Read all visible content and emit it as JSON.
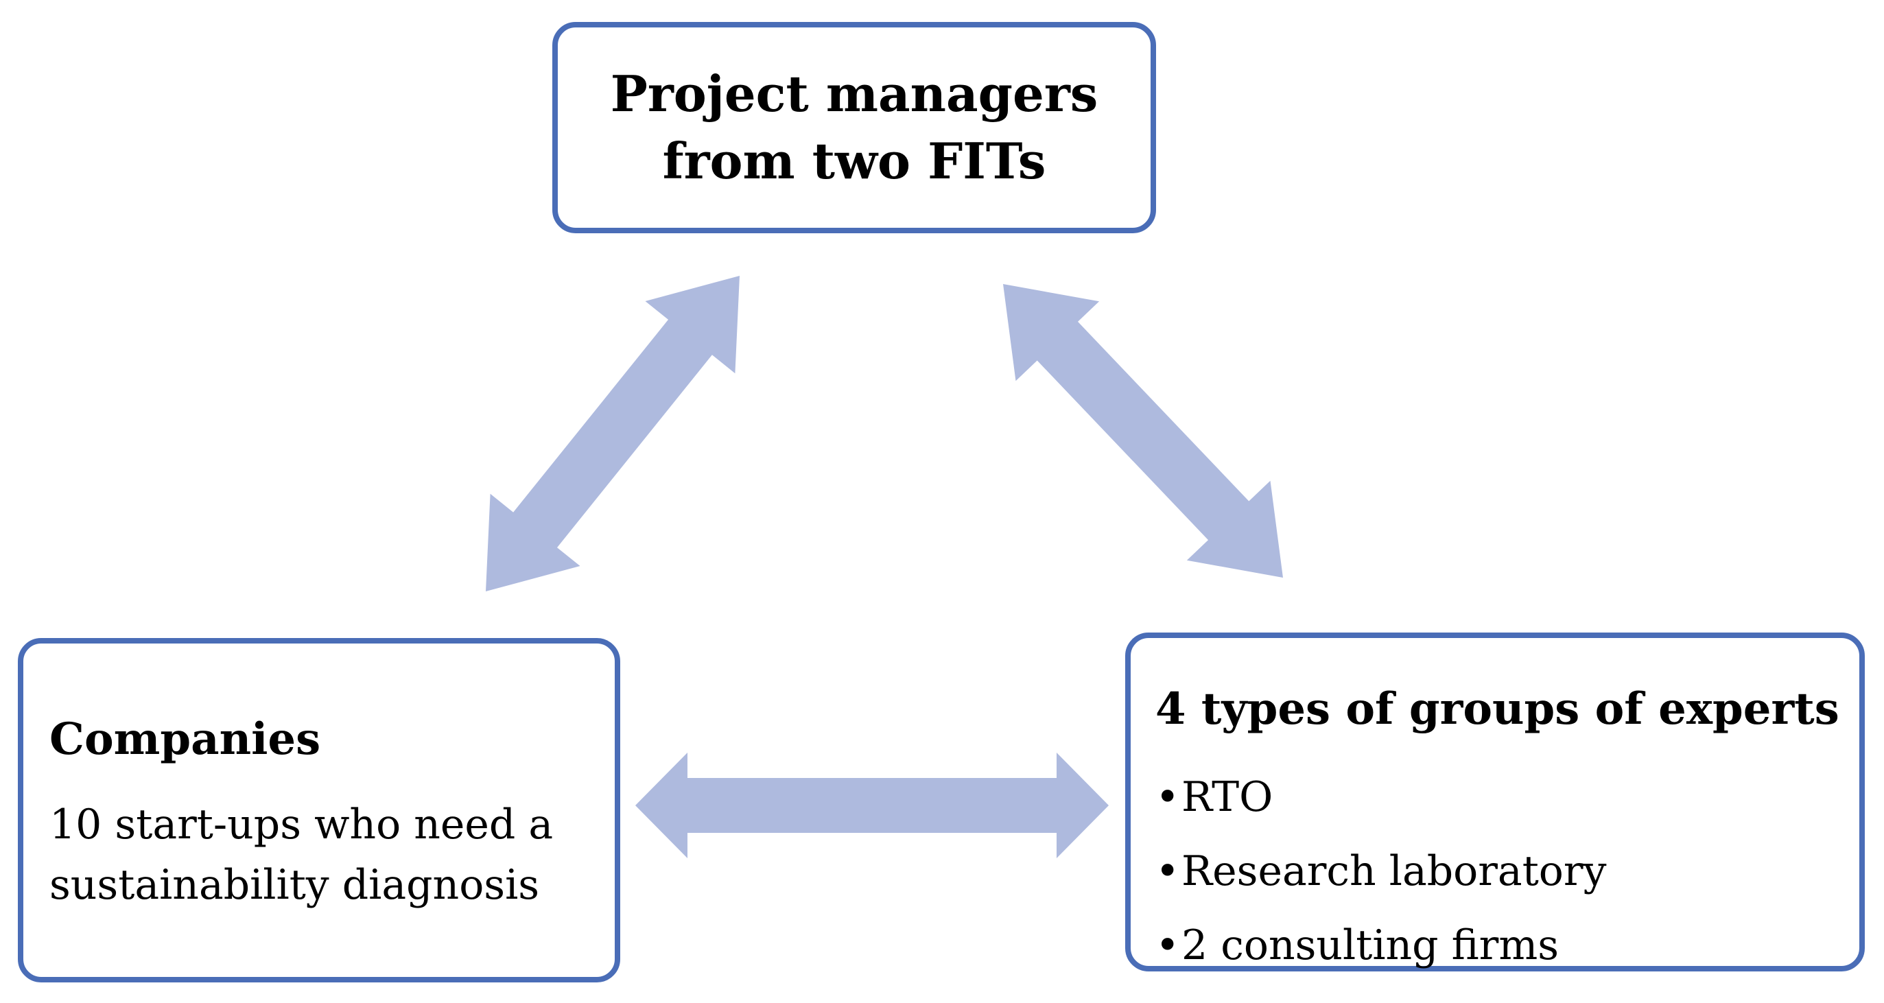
{
  "nodes": {
    "top": {
      "title_lines": [
        "Project managers",
        "from two FITs"
      ]
    },
    "left": {
      "title": "Companies",
      "description_lines": [
        "10 start-ups who need a",
        "sustainability  diagnosis"
      ]
    },
    "right": {
      "title": "4 types of groups of  experts",
      "bullets": [
        "RTO",
        "Research laboratory",
        "2 consulting  firms"
      ]
    }
  },
  "bullet_symbol": "•",
  "colors": {
    "box_border": "#4a6db7",
    "arrow_fill": "#aebade",
    "text": "#000000",
    "background": "#ffffff"
  },
  "connections": [
    {
      "from": "top",
      "to": "left",
      "direction": "bidirectional"
    },
    {
      "from": "top",
      "to": "right",
      "direction": "bidirectional"
    },
    {
      "from": "left",
      "to": "right",
      "direction": "bidirectional"
    }
  ]
}
